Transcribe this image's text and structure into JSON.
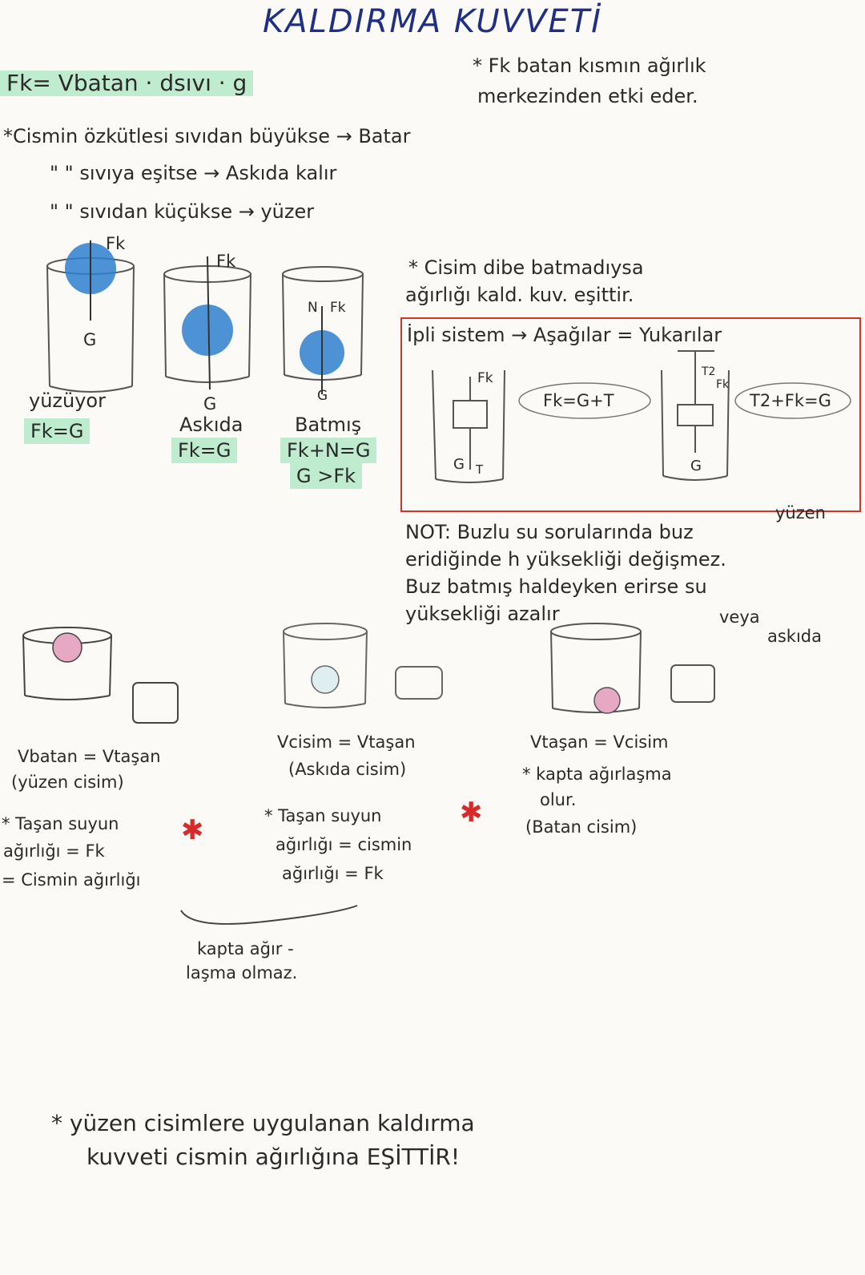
{
  "title": "KALDIRMA KUVVETİ",
  "formula": "Fk= Vbatan · dsıvı · g",
  "note_center": [
    "* Fk batan kısmın ağırlık",
    "merkezinden etki eder."
  ],
  "density_rules": [
    "*Cismin özkütlesi sıvıdan büyükse → Batar",
    "\"      \"      sıvıya eşitse → Askıda kalır",
    "\"      \"      sıvıdan küçükse → yüzer"
  ],
  "vessels": {
    "floating": {
      "force_label": "Fk",
      "weight_label": "G",
      "caption": "yüzüyor",
      "equation": "Fk=G"
    },
    "suspended": {
      "force_label": "Fk",
      "weight_label": "G",
      "caption": "Askıda",
      "equation": "Fk=G"
    },
    "sunk": {
      "force_label": "Fk",
      "normal_label": "N",
      "weight_label": "G",
      "caption": "Batmış",
      "equation": "Fk+N=G",
      "inequality": "G >Fk"
    }
  },
  "sink_note": [
    "* Cisim dibe batmadıysa",
    "ağırlığı kald. kuv. eşittir."
  ],
  "rope_system": {
    "title": "İpli sistem → Aşağılar = Yukarılar",
    "eq1": "Fk=G+T",
    "eq2": "T2+Fk=G",
    "labels": {
      "fk": "Fk",
      "g": "G",
      "t": "T",
      "t2": "T2"
    }
  },
  "ice_note": {
    "lines": [
      "NOT: Buzlu su sorularında buz",
      "eridiğinde h yüksekliği değişmez.",
      "Buz batmış haldeyken erirse su",
      "yüksekliği azalır"
    ],
    "extra1": "yüzen",
    "extra2": "veya",
    "extra3": "askıda"
  },
  "overflow": {
    "col1": [
      "Vbatan = Vtaşan",
      "(yüzen cisim)",
      "* Taşan suyun",
      "ağırlığı = Fk",
      "= Cismin ağırlığı"
    ],
    "col2": [
      "Vcisim = Vtaşan",
      "(Askıda cisim)",
      "* Taşan suyun",
      "ağırlığı = cismin",
      "ağırlığı = Fk"
    ],
    "col3": [
      "Vtaşan = Vcisim",
      "* kapta ağırlaşma",
      "olur.",
      "(Batan cisim)"
    ],
    "brace_note": [
      "kapta ağır -",
      "laşma olmaz."
    ]
  },
  "final_note": [
    "* yüzen cisimlere uygulanan kaldırma",
    "kuvveti cismin ağırlığına EŞİTTİR!"
  ],
  "colors": {
    "title": "#1f2f86",
    "highlight": "#bfeccf",
    "box": "#d2342a",
    "ball": "#2f7fd0",
    "pink": "#e7a8c4"
  }
}
